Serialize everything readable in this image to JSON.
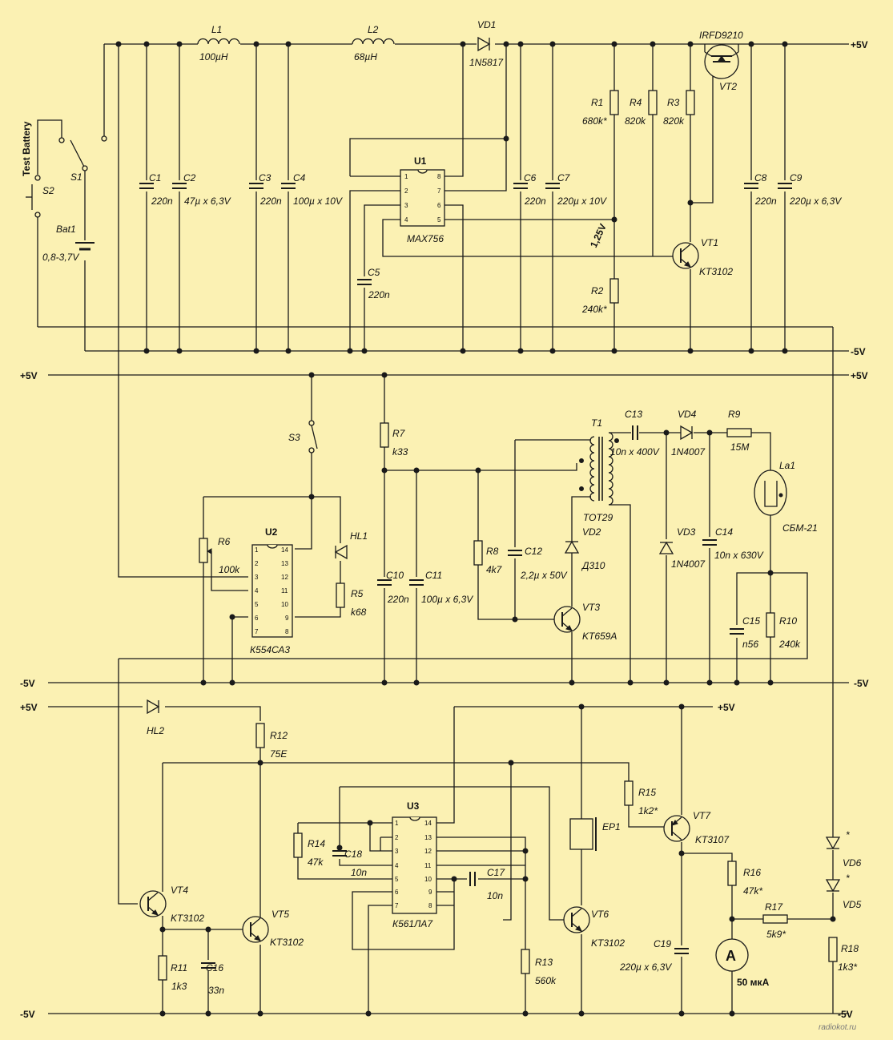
{
  "rails": {
    "plus5": "+5V",
    "minus5": "-5V"
  },
  "labels": {
    "test_battery": "Test Battery",
    "s1": "S1",
    "s2": "S2",
    "s3": "S3",
    "bat1": "Bat1",
    "bat1_v": "0,8-3,7V",
    "l1": "L1",
    "l1_v": "100µH",
    "l2": "L2",
    "l2_v": "68µH",
    "vd1": "VD1",
    "vd1_v": "1N5817",
    "u1": "U1",
    "u1_v": "MAX756",
    "c1": "C1",
    "c1_v": "220n",
    "c2": "C2",
    "c2_v": "47µ x 6,3V",
    "c3": "C3",
    "c3_v": "220n",
    "c4": "C4",
    "c4_v": "100µ x 10V",
    "c5": "C5",
    "c5_v": "220n",
    "c6": "C6",
    "c6_v": "220n",
    "c7": "C7",
    "c7_v": "220µ x 10V",
    "c8": "C8",
    "c8_v": "220n",
    "c9": "C9",
    "c9_v": "220µ x 6,3V",
    "r1": "R1",
    "r1_v": "680k*",
    "r2": "R2",
    "r2_v": "240k*",
    "r3": "R3",
    "r3_v": "820k",
    "r4": "R4",
    "r4_v": "820k",
    "v125": "1,25V",
    "vt1": "VT1",
    "vt1_v": "KT3102",
    "vt2": "VT2",
    "vt2_v": "IRFD9210",
    "r6": "R6",
    "r6_v": "100k",
    "u2": "U2",
    "u2_v": "К554СА3",
    "hl1": "HL1",
    "r5": "R5",
    "r5_v": "k68",
    "r7": "R7",
    "r7_v": "k33",
    "c10": "C10",
    "c10_v": "220n",
    "c11": "C11",
    "c11_v": "100µ x 6,3V",
    "r8": "R8",
    "r8_v": "4k7",
    "c12": "C12",
    "c12_v": "2,2µ x 50V",
    "t1": "T1",
    "t1_v": "TOT29",
    "vd2": "VD2",
    "vd2_v": "Д310",
    "vt3": "VT3",
    "vt3_v": "KT659A",
    "c13": "C13",
    "c13_v": "10n x 400V",
    "vd4": "VD4",
    "vd4_v": "1N4007",
    "r9": "R9",
    "r9_v": "15M",
    "la1": "La1",
    "la1_v": "СБМ-21",
    "vd3": "VD3",
    "vd3_v": "1N4007",
    "c14": "C14",
    "c14_v": "10n x 630V",
    "c15": "C15",
    "c15_v": "n56",
    "r10": "R10",
    "r10_v": "240k",
    "hl2": "HL2",
    "r12": "R12",
    "r12_v": "75E",
    "vt4": "VT4",
    "vt4_v": "KT3102",
    "vt5": "VT5",
    "vt5_v": "KT3102",
    "r11": "R11",
    "r11_v": "1k3",
    "c16": "C16",
    "c16_v": "33n",
    "u3": "U3",
    "u3_v": "К561ЛА7",
    "r14": "R14",
    "r14_v": "47k",
    "c18": "C18",
    "c18_v": "10n",
    "c17": "C17",
    "c17_v": "10n",
    "r13": "R13",
    "r13_v": "560k",
    "ep1": "EP1",
    "vt6": "VT6",
    "vt6_v": "KT3102",
    "r15": "R15",
    "r15_v": "1k2*",
    "vt7": "VT7",
    "vt7_v": "KT3107",
    "c19": "C19",
    "c19_v": "220µ x 6,3V",
    "r16": "R16",
    "r16_v": "47k*",
    "r17": "R17",
    "r17_v": "5k9*",
    "meter": "A",
    "meter_v": "50 мкА",
    "vd6": "VD6",
    "vd5": "VD5",
    "r18": "R18",
    "r18_v": "1k3*",
    "star": "*"
  },
  "ic_pins": {
    "u1": [
      "1",
      "2",
      "3",
      "4",
      "8",
      "7",
      "6",
      "5"
    ],
    "u2": [
      "1",
      "2",
      "3",
      "4",
      "5",
      "6",
      "7",
      "14",
      "13",
      "12",
      "11",
      "10",
      "9",
      "8"
    ],
    "u3": [
      "1",
      "2",
      "3",
      "4",
      "5",
      "6",
      "7",
      "14",
      "13",
      "12",
      "11",
      "10",
      "9",
      "8"
    ]
  },
  "watermark": "radiokot.ru"
}
